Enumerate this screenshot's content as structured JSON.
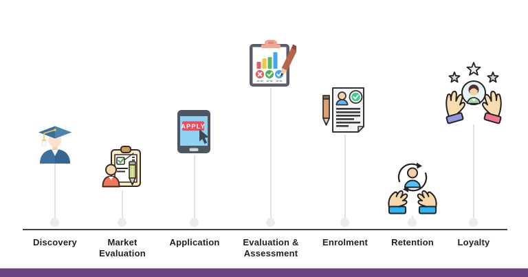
{
  "diagram_title": "",
  "colors": {
    "footer_bar": "#6a4481",
    "baseline": "#434343",
    "connector": "#e2e2e2",
    "dot": "#ececec",
    "label_text": "#231f20",
    "apply_button_red": "#ee4b5d",
    "success_green": "#4caf50",
    "info_blue": "#42a5f5"
  },
  "stages": [
    {
      "id": "discovery",
      "label_line1": "Discovery",
      "label_line2": "",
      "icon": "graduate-student-icon"
    },
    {
      "id": "market-evaluation",
      "label_line1": "Market",
      "label_line2": "Evaluation",
      "icon": "market-evaluation-icon"
    },
    {
      "id": "application",
      "label_line1": "Application",
      "label_line2": "",
      "icon": "apply-mobile-icon",
      "icon_text": "APPLY"
    },
    {
      "id": "evaluation-assessment",
      "label_line1": "Evaluation &",
      "label_line2": "Assessment",
      "icon": "assessment-clipboard-icon"
    },
    {
      "id": "enrolment",
      "label_line1": "Enrolment",
      "label_line2": "",
      "icon": "enrolment-document-icon"
    },
    {
      "id": "retention",
      "label_line1": "Retention",
      "label_line2": "",
      "icon": "retention-hands-icon"
    },
    {
      "id": "loyalty",
      "label_line1": "Loyalty",
      "label_line2": "",
      "icon": "loyalty-hands-stars-icon"
    }
  ]
}
